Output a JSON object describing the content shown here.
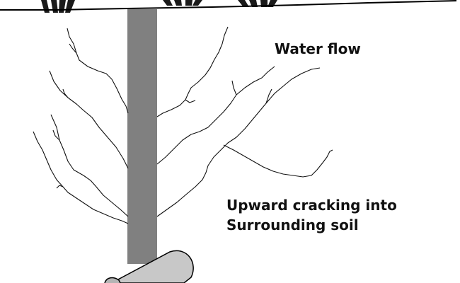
{
  "labels": {
    "water_flow": "Water flow",
    "cracking_line1": "Upward cracking into",
    "cracking_line2": "Surrounding soil"
  },
  "colors": {
    "ground_line": "#000000",
    "pipe": "#808080",
    "cracks": "#111111",
    "culvert_fill": "#c8c8c8",
    "culvert_end": "#b4b4b4",
    "grass": "#1a1a1a",
    "text": "#111111"
  },
  "icons": {
    "grass": "grass-tuft-icon"
  }
}
